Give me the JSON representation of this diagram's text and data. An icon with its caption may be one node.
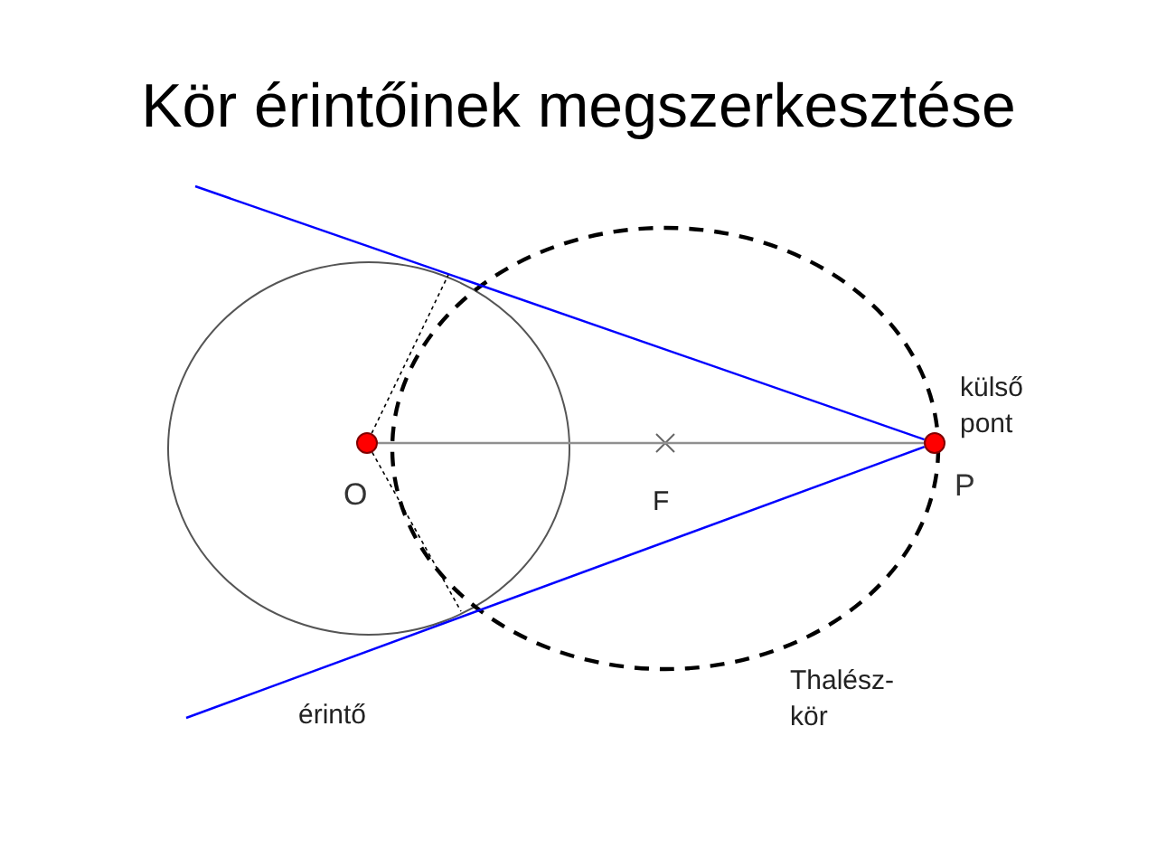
{
  "diagram": {
    "title": "Kör érintőinek megszerkesztése",
    "nodes": [
      {
        "text": [],
        "shape": "circle",
        "beside": [
          "O"
        ]
      },
      {
        "text": [],
        "shape": "circle",
        "beside": [
          "P"
        ]
      }
    ],
    "edges": [
      {
        "from": 0,
        "to": 1,
        "arrow": "none",
        "color": "#909090"
      },
      {
        "from": 1,
        "to": null,
        "arrow": "none",
        "color": "#0000ff"
      },
      {
        "from": 1,
        "to": null,
        "arrow": "none",
        "color": "#0000ff"
      },
      {
        "from": 0,
        "to": null,
        "arrow": "none",
        "style": "dashed",
        "color": "#000000"
      },
      {
        "from": 0,
        "to": null,
        "arrow": "none",
        "style": "dashed",
        "color": "#000000"
      }
    ],
    "labels": [
      "külső pont",
      "F",
      "érintő",
      "Thalész-kör"
    ]
  }
}
